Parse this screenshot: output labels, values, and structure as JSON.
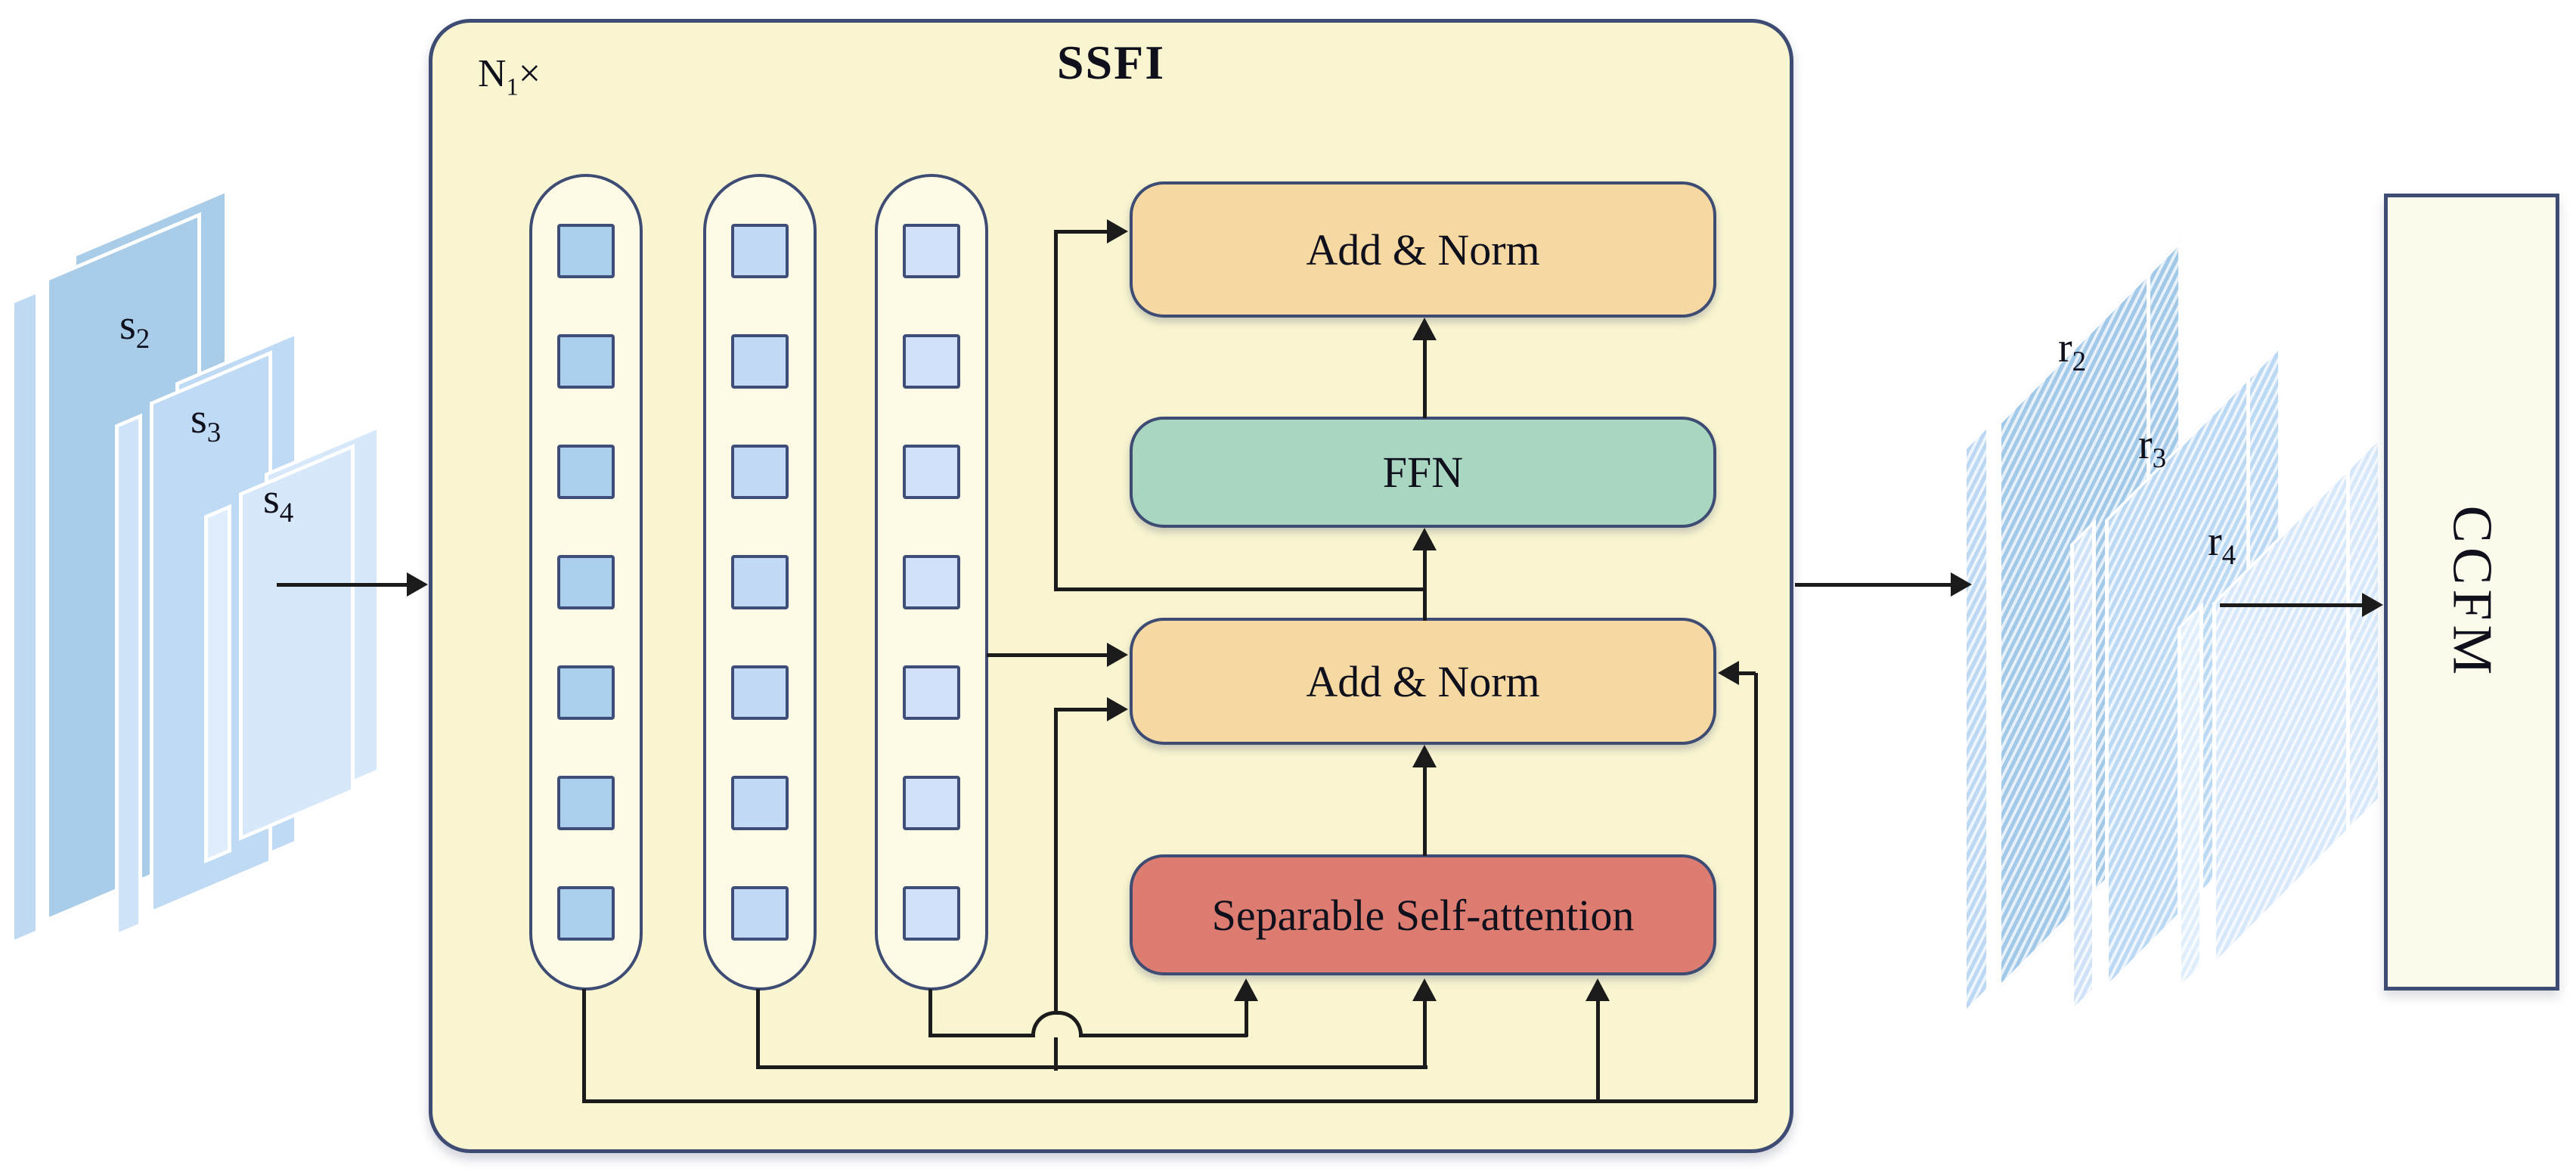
{
  "diagram": {
    "title": "SSFI",
    "repeat": {
      "base": "N",
      "sub": "1",
      "times": "×"
    },
    "input_labels": [
      {
        "base": "s",
        "sub": "2"
      },
      {
        "base": "s",
        "sub": "3"
      },
      {
        "base": "s",
        "sub": "4"
      }
    ],
    "output_labels": [
      {
        "base": "r",
        "sub": "2"
      },
      {
        "base": "r",
        "sub": "3"
      },
      {
        "base": "r",
        "sub": "4"
      }
    ],
    "blocks": {
      "add_norm_top": "Add & Norm",
      "ffn": "FFN",
      "add_norm_mid": "Add & Norm",
      "attention": "Separable Self-attention",
      "ccfm": "CCFM"
    },
    "token_columns": {
      "count": 3,
      "tokens_per_column": 7,
      "colors": [
        "#a9cfec",
        "#c2daf6",
        "#d3e0f9"
      ]
    },
    "colors": {
      "container_fill": "#f9f5d0",
      "pill_fill": "#fdfbe6",
      "add_norm_fill": "#f6d9a2",
      "ffn_fill": "#a8d6c0",
      "attention_fill": "#dd7d71",
      "ccfm_fill": "#fcfaeb",
      "outline": "#3e4c74",
      "wire": "#1b1b1b",
      "s2": "#a9cde9",
      "s3": "#bedaf4",
      "s4": "#d6e8fa",
      "r2": "#a3c9e8",
      "r3": "#bcd9f3",
      "r4": "#d6e8fa"
    }
  }
}
